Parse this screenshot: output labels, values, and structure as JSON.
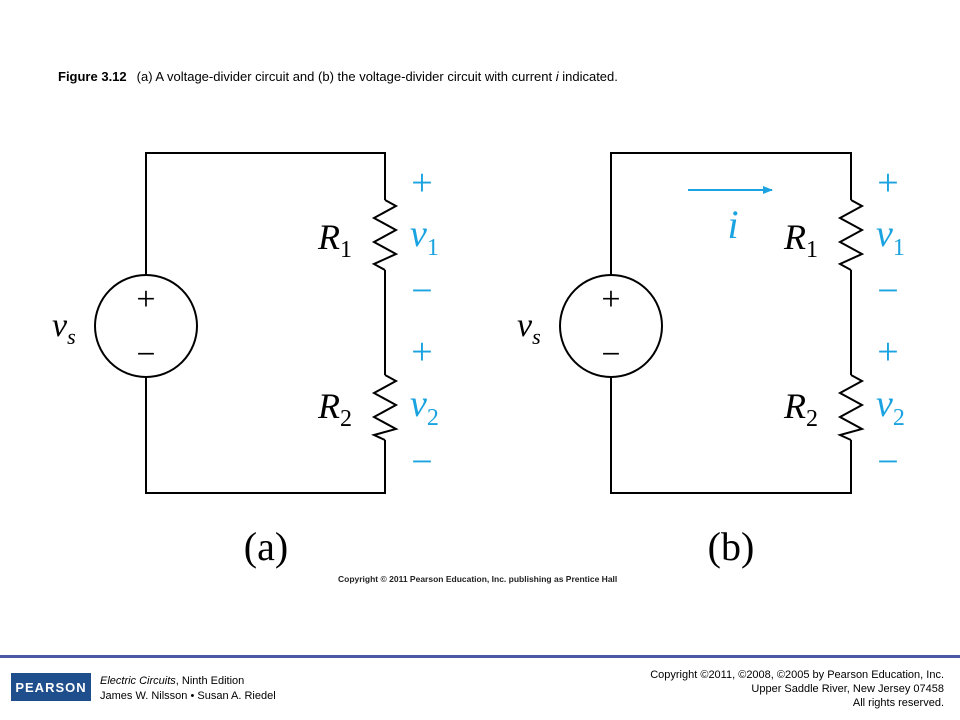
{
  "caption": {
    "figure_label": "Figure 3.12",
    "text_before": "(a) A voltage-divider circuit and (b) the voltage-divider circuit with current ",
    "text_italic": "i",
    "text_after": " indicated."
  },
  "circuit_a": {
    "source_label": "v",
    "source_sub": "s",
    "source_plus": "+",
    "source_minus": "−",
    "r1": "R",
    "r1_sub": "1",
    "r2": "R",
    "r2_sub": "2",
    "v1": "v",
    "v1_sub": "1",
    "v2": "v",
    "v2_sub": "2",
    "plus": "+",
    "minus": "−",
    "label": "(a)"
  },
  "circuit_b": {
    "source_label": "v",
    "source_sub": "s",
    "source_plus": "+",
    "source_minus": "−",
    "r1": "R",
    "r1_sub": "1",
    "r2": "R",
    "r2_sub": "2",
    "v1": "v",
    "v1_sub": "1",
    "v2": "v",
    "v2_sub": "2",
    "plus": "+",
    "minus": "−",
    "current": "i",
    "label": "(b)"
  },
  "colors": {
    "wire": "#000000",
    "accent": "#1aa3e0",
    "footer_rule": "#4b58a5",
    "logo_bg": "#1f4e8c"
  },
  "copyright_center": "Copyright © 2011 Pearson Education, Inc. publishing as Prentice Hall",
  "footer": {
    "logo": "PEARSON",
    "book_title": "Electric Circuits",
    "book_edition": ", Ninth Edition",
    "authors": "James W. Nilsson • Susan A. Riedel",
    "copyright_line1": "Copyright ©2011, ©2008, ©2005 by Pearson Education, Inc.",
    "copyright_line2": "Upper Saddle River, New Jersey 07458",
    "copyright_line3": "All rights reserved."
  }
}
